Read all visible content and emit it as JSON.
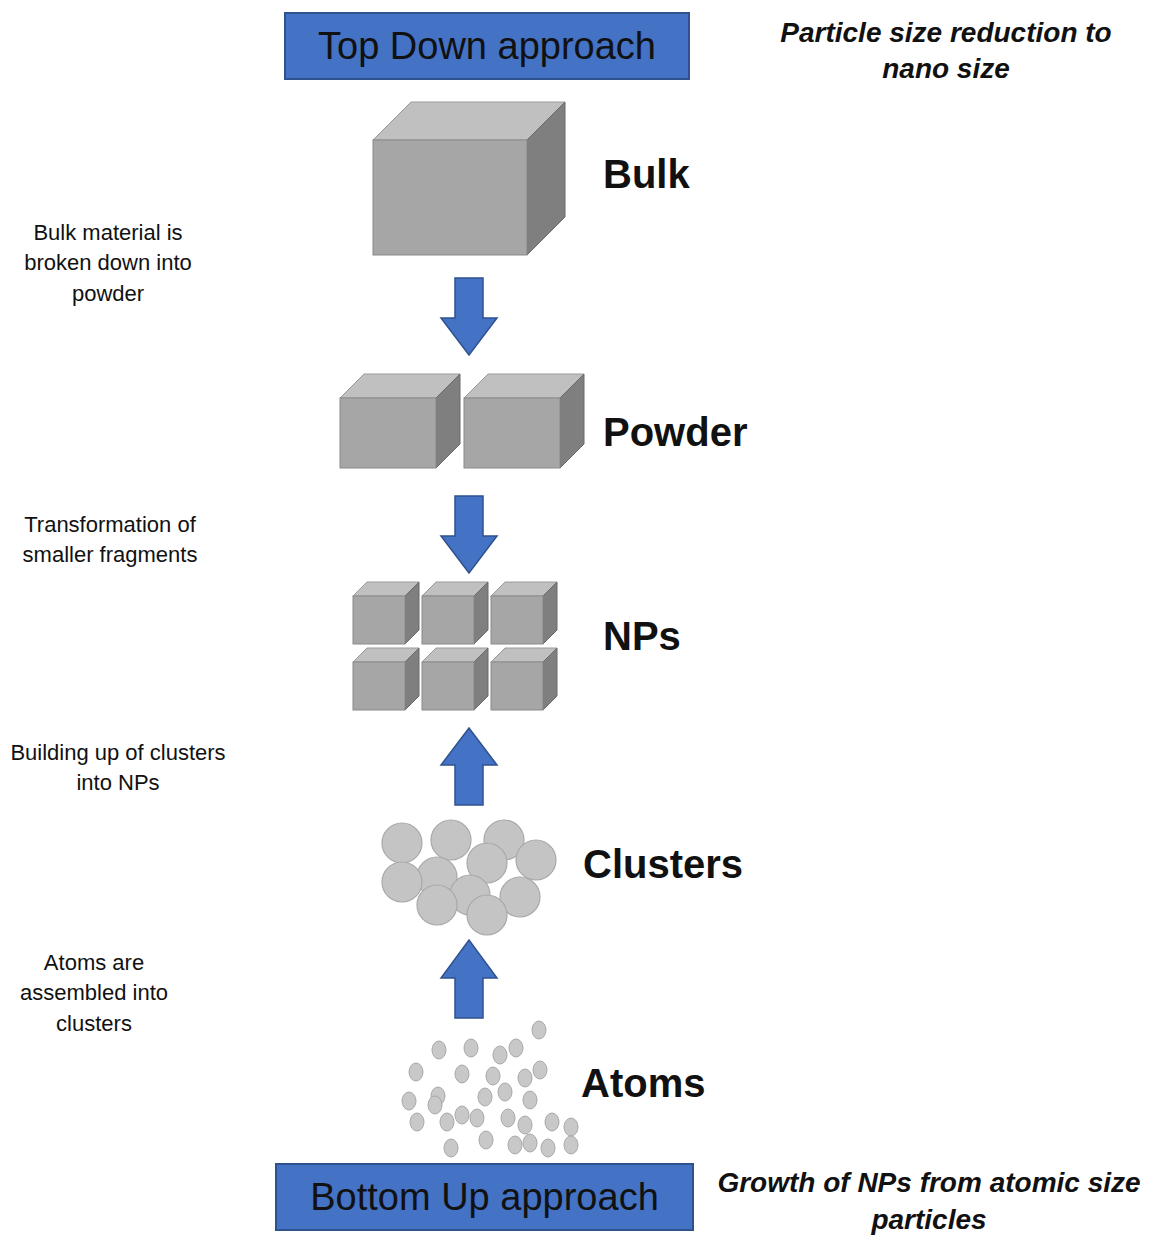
{
  "diagram": {
    "nodes": [
      {
        "text": [
          "Top Down approach"
        ]
      },
      {
        "text": [
          "Bottom Up approach"
        ]
      }
    ],
    "labels": [
      "Particle size reduction to nano size",
      "Bulk",
      "Bulk material is broken down into powder",
      "Powder",
      "Transformation of smaller fragments",
      "NPs",
      "Building up of clusters into NPs",
      "Clusters",
      "Atoms are assembled into clusters",
      "Atoms",
      "Growth of NPs from atomic size particles"
    ]
  }
}
